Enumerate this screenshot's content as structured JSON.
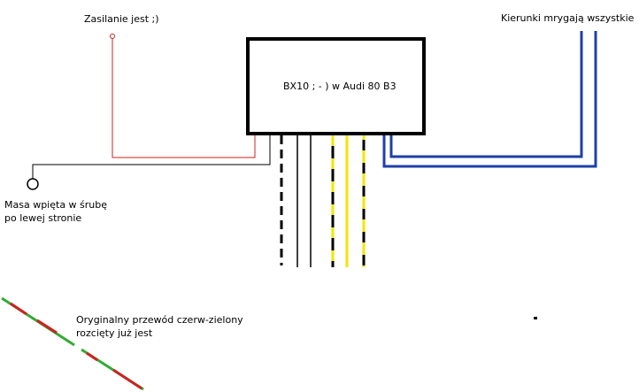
{
  "labels": {
    "power": "Zasilanie jest ;)",
    "turn_signals": "Kierunki mrygają wszystkie",
    "module": "BX10 ; - ) w Audi 80 B3",
    "ground_line1": "Masa wpięta w śrubę",
    "ground_line2": "po lewej stronie",
    "cut_wire_line1": "Oryginalny przewód czerw-zielony",
    "cut_wire_line2": "rozcięty już jest"
  },
  "colors": {
    "power_wire": "#cc2222",
    "ground_wire": "#000000",
    "signal_wire": "#1f3fa8",
    "yellow_wire": "#f2e600",
    "cut_wire_green": "#33aa33",
    "cut_wire_red": "#cc2222"
  }
}
